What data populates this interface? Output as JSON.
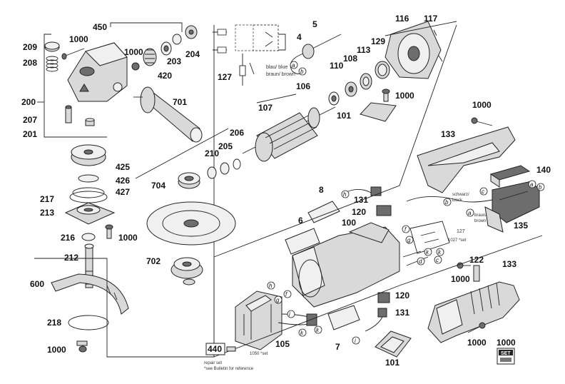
{
  "parts": {
    "p209": "209",
    "p1000a": "1000",
    "p450": "450",
    "p208": "208",
    "p1000b": "1000",
    "p204": "204",
    "p203": "203",
    "p420": "420",
    "p200": "200",
    "p701": "701",
    "p207": "207",
    "p201": "201",
    "p425": "425",
    "p426": "426",
    "p427": "427",
    "p217": "217",
    "p213": "213",
    "p216": "216",
    "p1000c": "1000",
    "p212": "212",
    "p600": "600",
    "p218": "218",
    "p1000d": "1000",
    "p704": "704",
    "p702": "702",
    "p210": "210",
    "p205": "205",
    "p206": "206",
    "p107": "107",
    "p106": "106",
    "p127a": "127",
    "p4": "4",
    "p5": "5",
    "p110": "110",
    "p108": "108",
    "p113": "113",
    "p129": "129",
    "p116": "116",
    "p117": "117",
    "p1000e": "1000",
    "p101a": "101",
    "p1000f": "1000",
    "p133a": "133",
    "p140": "140",
    "p8": "8",
    "p131a": "131",
    "p120a": "120",
    "p6": "6",
    "p100": "100",
    "p127b": "127",
    "p135": "135",
    "p122": "122",
    "p133b": "133",
    "p1000g": "1000",
    "p1000h": "1000",
    "p1000i": "1000",
    "p120b": "120",
    "p131b": "131",
    "p105": "105",
    "p7": "7",
    "p101b": "101",
    "p440": "440"
  },
  "notes": {
    "blau": "blau/ blue",
    "braun": "braun/ brown",
    "schwarz": "schwarz/",
    "black": "black",
    "braun2": "braun/",
    "brown2": "brown",
    "set1027": "1027 *set",
    "set1050": "1050 *set",
    "repair": "repair set",
    "bulletin": "*see Bulletin for reference",
    "set": "SET"
  },
  "letters": {
    "a1": "a",
    "b1": "b",
    "a2": "a",
    "b2": "b",
    "c1": "c",
    "b3": "b",
    "a3": "a",
    "h1": "h",
    "h2": "h",
    "f1": "f",
    "g1": "g",
    "i1": "i",
    "k1": "k",
    "k2": "k",
    "i2": "i",
    "f2": "f",
    "g2": "g",
    "d1": "d",
    "k3": "k",
    "k4": "k",
    "c2": "c"
  }
}
